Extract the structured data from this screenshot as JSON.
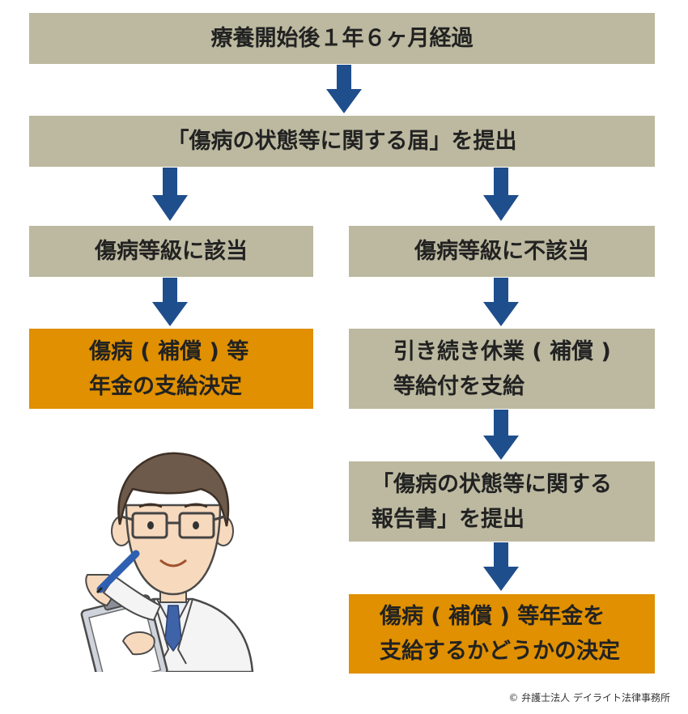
{
  "flow": {
    "start": "療養開始後１年６ヶ月経過",
    "submit_report": "「傷病の状態等に関する届」を提出",
    "left_branch": "傷病等級に該当",
    "right_branch": "傷病等級に不該当",
    "left_result": [
      "傷病 ( 補償 ) 等",
      "年金の支給決定"
    ],
    "right_step1": [
      "引き続き休業 ( 補償 )",
      "等給付を支給"
    ],
    "right_step2": [
      "「傷病の状態等に関する",
      "報告書」を提出"
    ],
    "right_result": [
      "傷病 ( 補償 ) 等年金を",
      "支給するかどうかの決定"
    ]
  },
  "colors": {
    "box_gray": "#bcb9a0",
    "box_orange": "#e09000",
    "arrow_blue": "#1f4e8c",
    "text": "#222222"
  },
  "credit": "© 弁護士法人 デイライト法律事務所"
}
